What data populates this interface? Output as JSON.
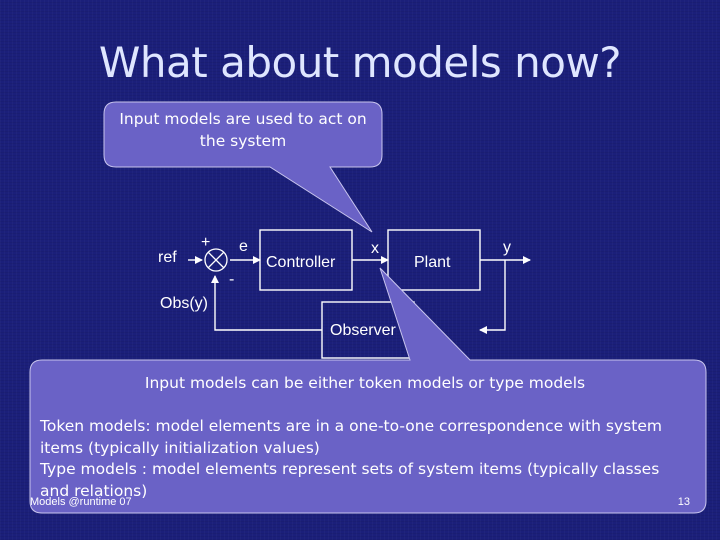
{
  "slide": {
    "title": "What about models now?",
    "footer_left": "Models @runtime 07",
    "page_number": "13"
  },
  "callout_top": {
    "text": "Input models are used to act on the system"
  },
  "block_diagram": {
    "ref_label": "ref",
    "plus_sign": "+",
    "minus_sign": "-",
    "error_label": "e",
    "controller_label": "Controller",
    "x_label": "x",
    "plant_label": "Plant",
    "y_label": "y",
    "obs_label": "Obs(y)",
    "observer_label": "Observer"
  },
  "callout_bottom": {
    "heading": "Input models can be either token models or type models",
    "paragraphs": [
      "Token models: model elements are in a one-to-one correspondence with system items (typically initialization values)",
      "Type models : model elements represent sets of system items (typically classes and relations)"
    ]
  },
  "colors": {
    "background": "#1b1f7a",
    "callout_fill": "#6a62c6",
    "line": "#ffffff"
  }
}
